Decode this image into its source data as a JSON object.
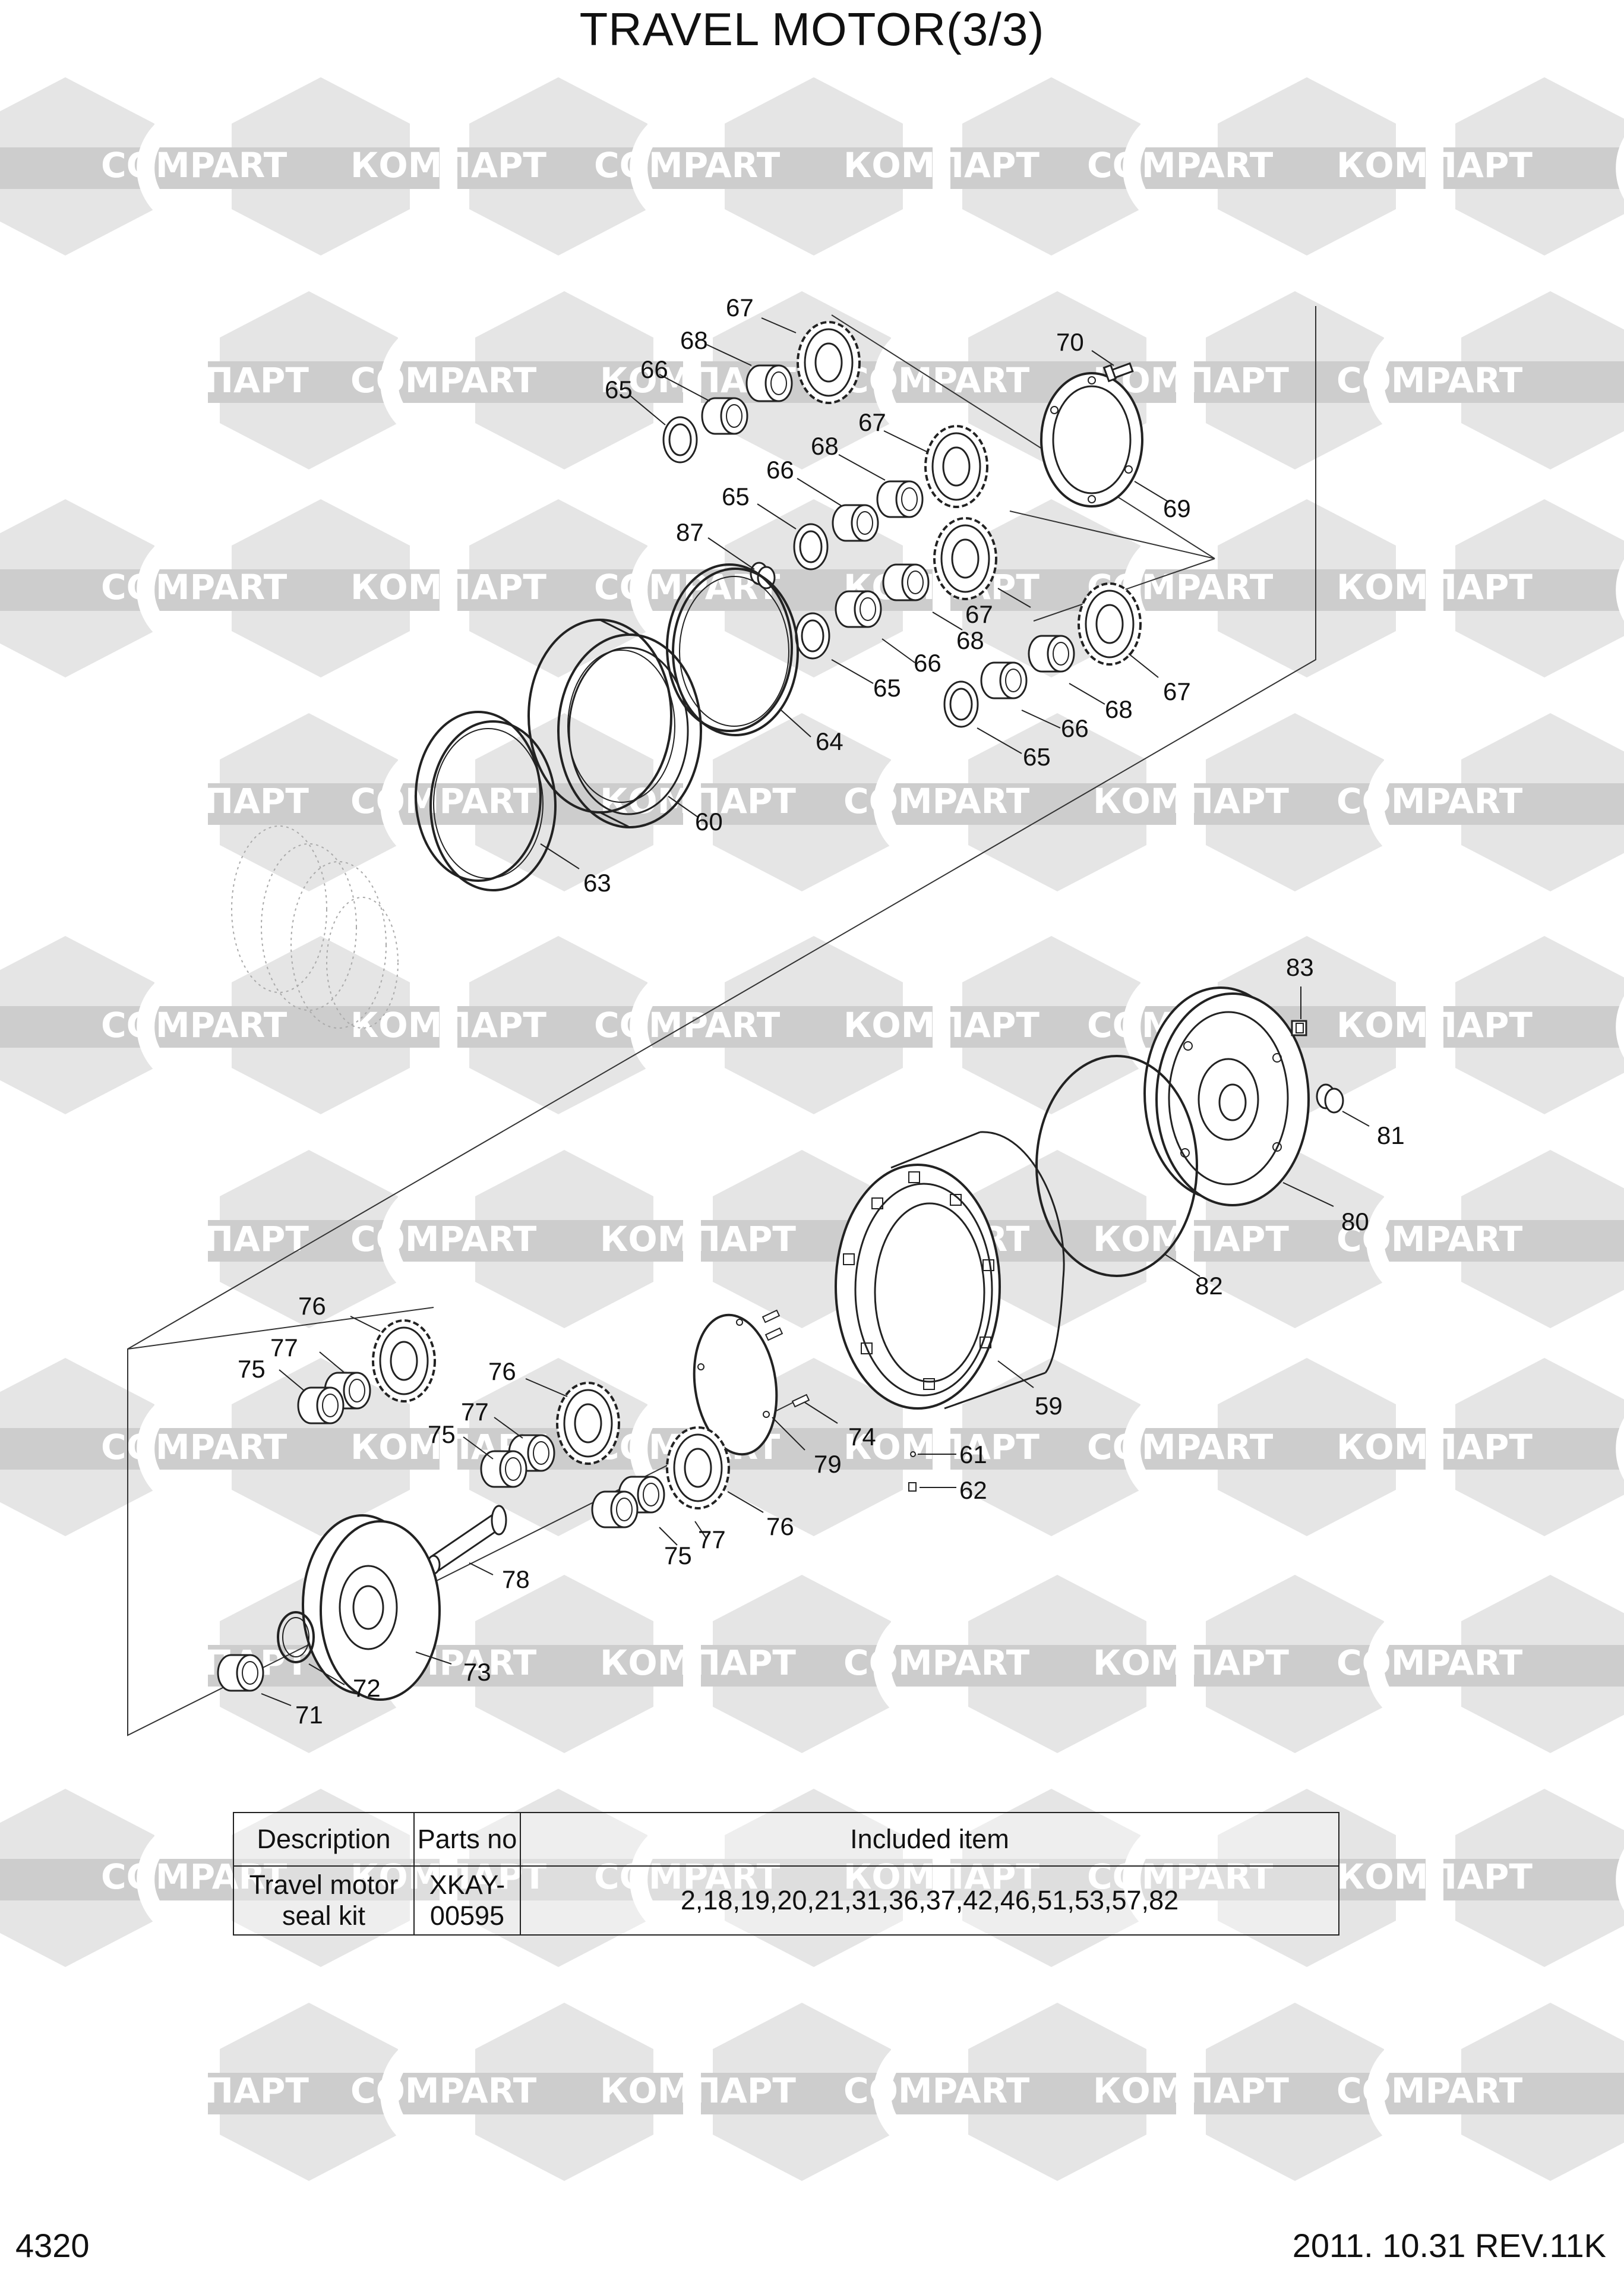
{
  "title": "TRAVEL MOTOR(3/3)",
  "watermark": {
    "brand_latin": "COMPART",
    "brand_cyrillic": "КОМПАРТ",
    "color": "#dcdcdc"
  },
  "callouts": {
    "c67a": "67",
    "c68a": "68",
    "c66a": "66",
    "c65a": "65",
    "c70": "70",
    "c69": "69",
    "c67b": "67",
    "c68b": "68",
    "c66b": "66",
    "c65b": "65",
    "c87": "87",
    "c67c": "67",
    "c68c": "68",
    "c66c": "66",
    "c65c": "65",
    "c67d": "67",
    "c68d": "68",
    "c66d": "66",
    "c65d": "65",
    "c64": "64",
    "c60": "60",
    "c63": "63",
    "c83": "83",
    "c81": "81",
    "c80": "80",
    "c82": "82",
    "c59": "59",
    "c61": "61",
    "c62": "62",
    "c74": "74",
    "c79": "79",
    "c76a": "76",
    "c77a": "77",
    "c75a": "75",
    "c76b": "76",
    "c77b": "77",
    "c75b": "75",
    "c76c": "76",
    "c77c": "77",
    "c75c": "75",
    "c78": "78",
    "c73": "73",
    "c72": "72",
    "c71": "71"
  },
  "table": {
    "headers": [
      "Description",
      "Parts no",
      "Included item"
    ],
    "rows": [
      [
        "Travel motor seal kit",
        "XKAY-00595",
        "2,18,19,20,21,31,36,37,42,46,51,53,57,82"
      ]
    ]
  },
  "footer": {
    "page_number": "4320",
    "revision": "2011. 10.31 REV.11K"
  }
}
